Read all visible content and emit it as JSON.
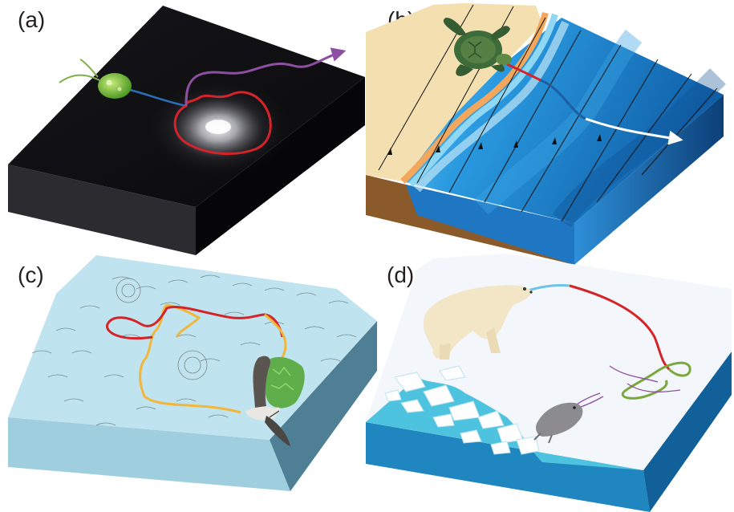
{
  "panels": [
    {
      "label": "(a)",
      "theme": "dark-light-source",
      "organism": "alga-cell-icon",
      "colors": {
        "top": "#111114",
        "left": "#2a2a2e",
        "right": "#050507",
        "glow": "#ffffff",
        "path_start": "#2a6fb5",
        "path_loop": "#d4242a",
        "path_end": "#8e4fa3"
      }
    },
    {
      "label": "(b)",
      "theme": "beach-ocean",
      "organism": "sea-turtle-icon",
      "colors": {
        "sand": "#f4dfb0",
        "ocean": "#1e88d6",
        "deep": "#0b4f8e",
        "soil": "#8b5a2b",
        "path_start": "#d4242a",
        "path_mid": "#1c5fa6",
        "path_end": "#ffffff"
      }
    },
    {
      "label": "(c)",
      "theme": "ocean-wind-field",
      "organism": "albatross-icon",
      "colors": {
        "top": "#bfe3ef",
        "left": "#9fd0e0",
        "right": "#4e7f94",
        "path_a": "#d4242a",
        "path_b": "#f2b63a",
        "island": "#5fae4b"
      }
    },
    {
      "label": "(d)",
      "theme": "sea-ice-arctic",
      "organism": "polar-bear-icon",
      "second_organism": "seal-icon",
      "colors": {
        "ice": "#f3f6fa",
        "water": "#4ec3df",
        "side": "#1f86c0",
        "path_start": "#6fc3e6",
        "path_mid": "#d4242a",
        "path_end": "#7aa83c",
        "seal_path": "#8e4fa3"
      }
    }
  ]
}
